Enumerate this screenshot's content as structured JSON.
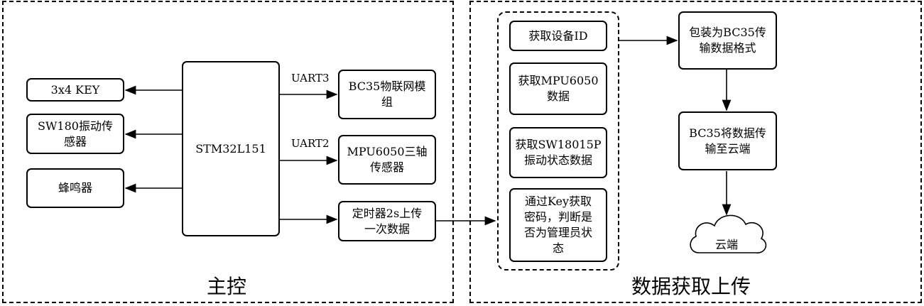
{
  "panels": {
    "left_title": "主控",
    "right_title": "数据获取上传"
  },
  "mcu": "STM32L151",
  "left_peripherals": [
    "3x4 KEY",
    "SW180振动传\n感器",
    "蜂鸣器"
  ],
  "right_peripherals": [
    "BC35物联网模\n组",
    "MPU6050三轴\n传感器",
    "定时器2s上传\n一次数据"
  ],
  "links": {
    "uart3": "UART3",
    "uart2": "UART2"
  },
  "steps": [
    "获取设备ID",
    "获取MPU6050\n数据",
    "获取SW18015P\n振动状态数据",
    "通过Key获取\n密码，判断是\n否为管理员状\n态"
  ],
  "flow": [
    "包装为BC35传\n输数据格式",
    "BC35将数据传\n输至云端"
  ],
  "cloud": "云端"
}
